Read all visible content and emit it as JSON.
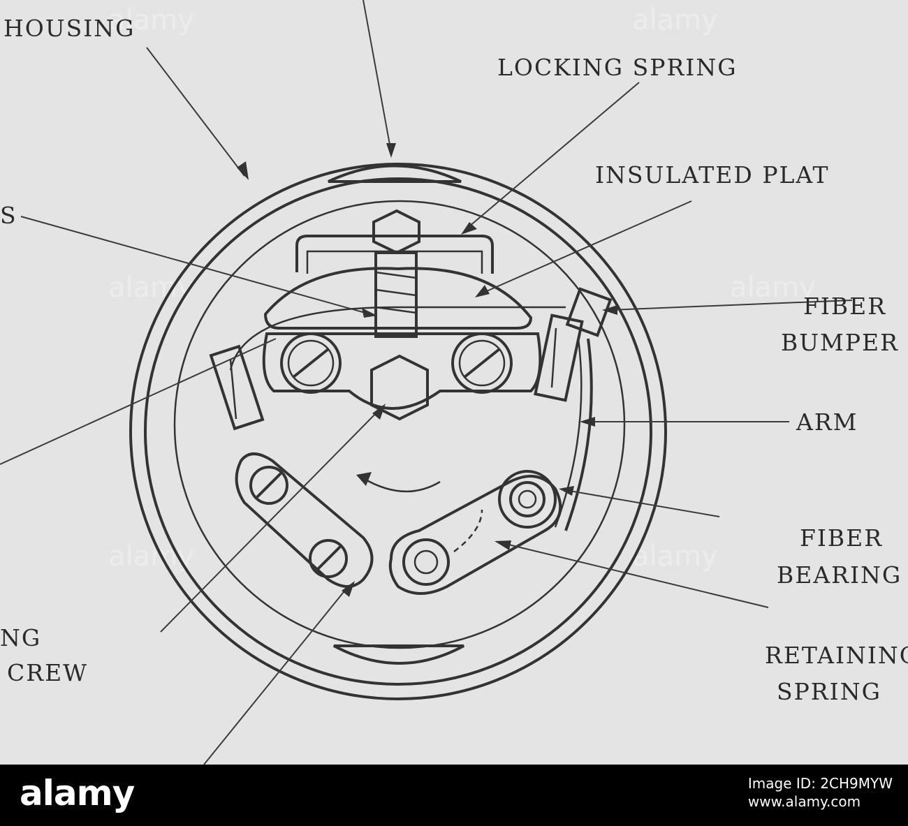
{
  "labels": {
    "housing": "HOUSING",
    "locking_spring": "LOCKING SPRING",
    "insulated_plate": "INSULATED PLAT",
    "s_fragment": "S",
    "fiber_bumper_1": "FIBER",
    "fiber_bumper_2": "BUMPER",
    "arm": "ARM",
    "fiber_bearing_1": "FIBER",
    "fiber_bearing_2": "BEARING",
    "retaining_spring_1": "RETAINING",
    "retaining_spring_2": "SPRING",
    "ng_fragment": "NG",
    "crew_fragment": "CREW"
  },
  "watermark": "alamy",
  "footer": {
    "logo": "alamy",
    "image_id_label": "Image ID: 2CH9MYW",
    "url": "www.alamy.com"
  },
  "colors": {
    "paper": "#e4e4e4",
    "ink": "#333333",
    "footer_bg": "#000000"
  }
}
